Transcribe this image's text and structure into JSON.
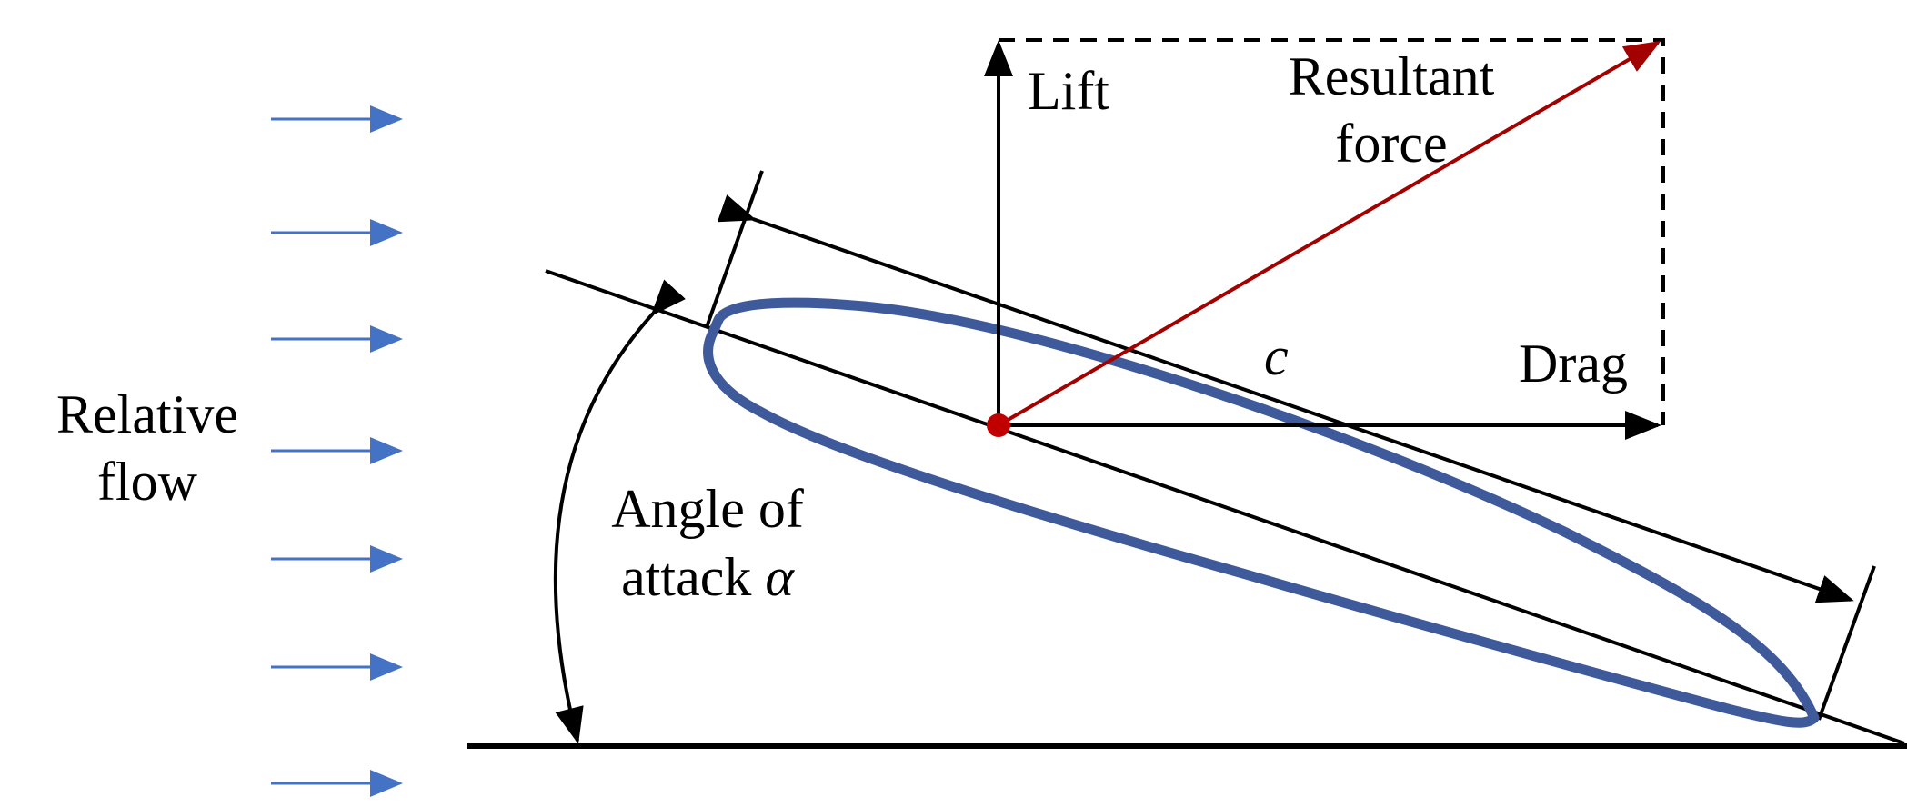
{
  "labels": {
    "relative_flow_line1": "Relative",
    "relative_flow_line2": "flow",
    "angle_line1": "Angle of",
    "angle_line2_text": "attack ",
    "angle_symbol": "α",
    "lift": "Lift",
    "resultant_line1": "Resultant",
    "resultant_line2": "force",
    "drag": "Drag",
    "chord": "c"
  },
  "colors": {
    "flow_arrow": "#4472c4",
    "airfoil_outline": "#3f5a9a",
    "resultant_vector": "#a30000",
    "center_point": "#c00000",
    "line": "#000000"
  }
}
